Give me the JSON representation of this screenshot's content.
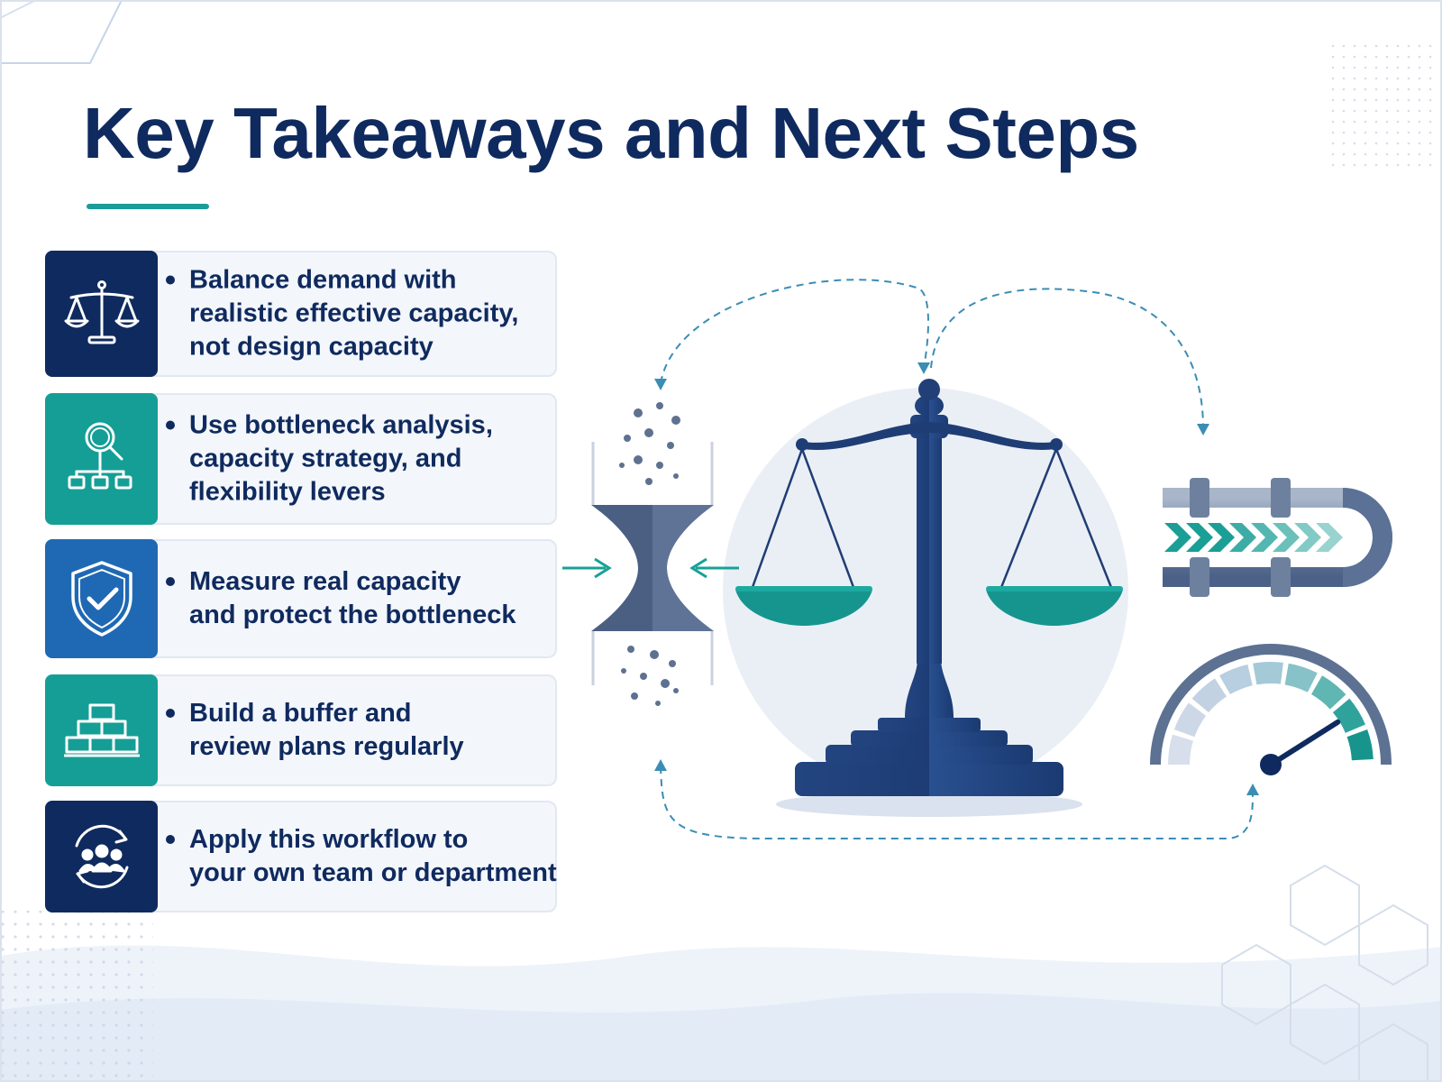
{
  "title": "Key Takeaways and Next Steps",
  "colors": {
    "navy": "#0f2a5e",
    "teal": "#159e96",
    "blue": "#1f69b4",
    "steel": "#3f5b84",
    "card_bg": "#f3f6fb"
  },
  "takeaways": [
    {
      "icon": "balance-scale-icon",
      "tile_color": "navy",
      "lines": [
        "Balance demand with",
        "realistic effective capacity,",
        "not design capacity"
      ]
    },
    {
      "icon": "magnifier-flowchart-icon",
      "tile_color": "teal",
      "lines": [
        "Use bottleneck analysis,",
        "capacity strategy, and",
        "flexibility levers"
      ]
    },
    {
      "icon": "shield-check-icon",
      "tile_color": "blue",
      "lines": [
        "Measure real capacity",
        "and protect the bottleneck"
      ]
    },
    {
      "icon": "stacked-blocks-icon",
      "tile_color": "teal",
      "lines": [
        "Build a buffer and",
        "review plans regularly"
      ]
    },
    {
      "icon": "team-cycle-icon",
      "tile_color": "navy",
      "lines": [
        "Apply this workflow to",
        "your own team or department"
      ]
    }
  ],
  "illustration": {
    "elements": [
      "hourglass-bottleneck-icon",
      "balance-scale-illustration",
      "pipeline-icon",
      "speedometer-gauge-icon"
    ],
    "gauge_level": 0.82
  }
}
